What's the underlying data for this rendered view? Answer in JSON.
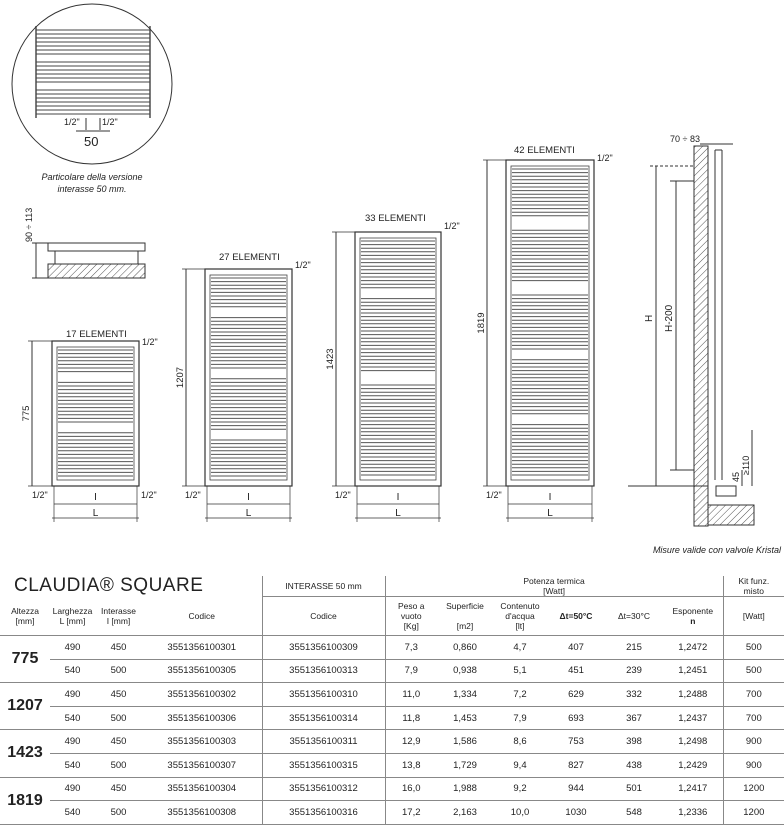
{
  "drawing": {
    "detail_caption_line1": "Particolare della versione",
    "detail_caption_line2": "interasse 50 mm.",
    "detail_half_left": "1/2\"",
    "detail_half_right": "1/2\"",
    "detail_spacing": "50",
    "side_depth": "90 ÷ 113",
    "half_inch": "1/2\"",
    "label_I": "I",
    "label_L": "L",
    "models": [
      {
        "title": "17 ELEMENTI",
        "height": "775"
      },
      {
        "title": "27 ELEMENTI",
        "height": "1207"
      },
      {
        "title": "33 ELEMENTI",
        "height": "1423"
      },
      {
        "title": "42 ELEMENTI",
        "height": "1819"
      }
    ],
    "wall_depth": "70 ÷ 83",
    "label_H": "H",
    "label_H200": "H-200",
    "dim_45": "45",
    "dim_110": "≥110",
    "note": "Misure valide con valvole Kristal"
  },
  "table": {
    "brand": "CLAUDIA® SQUARE",
    "group_interasse": "INTERASSE 50 mm",
    "group_potenza_1": "Potenza termica",
    "group_potenza_2": "[Watt]",
    "group_kit_1": "Kit funz.",
    "group_kit_2": "misto",
    "col_altezza_1": "Altezza",
    "col_altezza_2": "[mm]",
    "col_larghezza_1": "Larghezza",
    "col_larghezza_2": "L [mm]",
    "col_interasse_1": "Interasse",
    "col_interasse_2": "I [mm]",
    "col_codice": "Codice",
    "col_codice2": "Codice",
    "col_peso_1": "Peso a",
    "col_peso_2": "vuoto",
    "col_peso_3": "[Kg]",
    "col_superficie_1": "Superficie",
    "col_superficie_2": "[m2]",
    "col_contenuto_1": "Contenuto",
    "col_contenuto_2": "d'acqua",
    "col_contenuto_3": "[lt]",
    "col_dt50": "Δt=50°C",
    "col_dt30": "Δt=30°C",
    "col_esponente_1": "Esponente",
    "col_esponente_2": "n",
    "col_kit": "[Watt]",
    "groups": [
      {
        "height": "775",
        "rows": [
          [
            "490",
            "450",
            "3551356100301",
            "3551356100309",
            "7,3",
            "0,860",
            "4,7",
            "407",
            "215",
            "1,2472",
            "500"
          ],
          [
            "540",
            "500",
            "3551356100305",
            "3551356100313",
            "7,9",
            "0,938",
            "5,1",
            "451",
            "239",
            "1,2451",
            "500"
          ]
        ]
      },
      {
        "height": "1207",
        "rows": [
          [
            "490",
            "450",
            "3551356100302",
            "3551356100310",
            "11,0",
            "1,334",
            "7,2",
            "629",
            "332",
            "1,2488",
            "700"
          ],
          [
            "540",
            "500",
            "3551356100306",
            "3551356100314",
            "11,8",
            "1,453",
            "7,9",
            "693",
            "367",
            "1,2437",
            "700"
          ]
        ]
      },
      {
        "height": "1423",
        "rows": [
          [
            "490",
            "450",
            "3551356100303",
            "3551356100311",
            "12,9",
            "1,586",
            "8,6",
            "753",
            "398",
            "1,2498",
            "900"
          ],
          [
            "540",
            "500",
            "3551356100307",
            "3551356100315",
            "13,8",
            "1,729",
            "9,4",
            "827",
            "438",
            "1,2429",
            "900"
          ]
        ]
      },
      {
        "height": "1819",
        "rows": [
          [
            "490",
            "450",
            "3551356100304",
            "3551356100312",
            "16,0",
            "1,988",
            "9,2",
            "944",
            "501",
            "1,2417",
            "1200"
          ],
          [
            "540",
            "500",
            "3551356100308",
            "3551356100316",
            "17,2",
            "2,163",
            "10,0",
            "1030",
            "548",
            "1,2336",
            "1200"
          ]
        ]
      }
    ]
  }
}
